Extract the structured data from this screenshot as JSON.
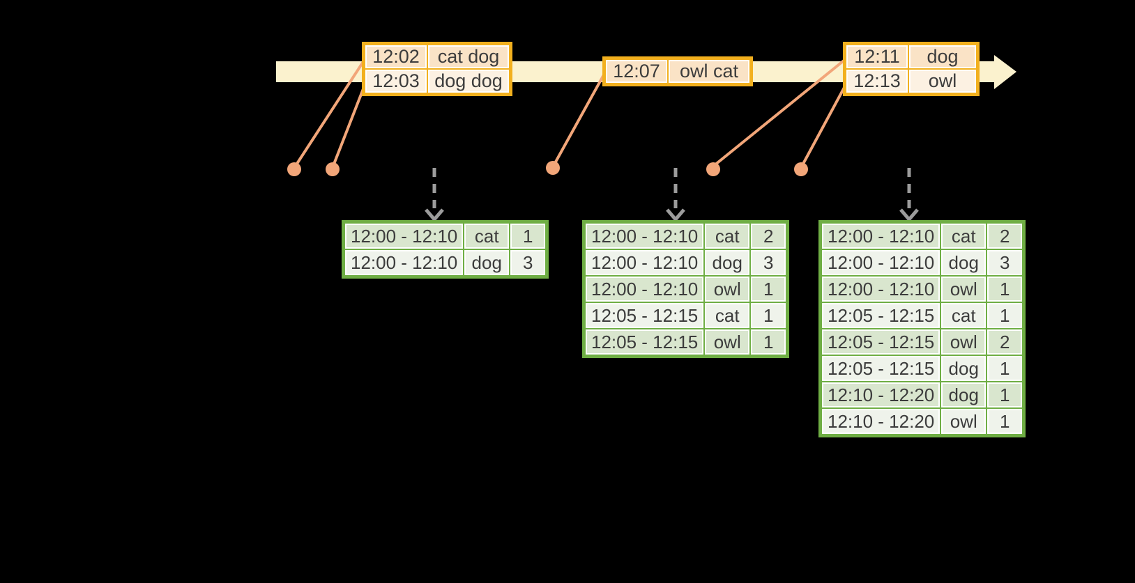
{
  "colors": {
    "background": "#000000",
    "timeline_fill": "#FBF2CE",
    "event_border": "#F2B01E",
    "event_row_dark": "#FAE3C6",
    "event_row_light": "#FCF1E2",
    "marker_salmon": "#F2A679",
    "trigger_gray": "#9C9C9C",
    "result_border": "#6FAE44",
    "result_row_dark": "#D9E6CE",
    "result_row_light": "#EFF3EB",
    "text": "#3C3C3C"
  },
  "icons": {
    "timeline_arrow": "right-arrow",
    "event_marker": "filled-circle",
    "trigger_arrow": "dashed-down-arrow"
  },
  "event_tables": [
    {
      "rows": [
        [
          "12:02",
          "cat dog"
        ],
        [
          "12:03",
          "dog dog"
        ]
      ]
    },
    {
      "rows": [
        [
          "12:07",
          "owl cat"
        ]
      ]
    },
    {
      "rows": [
        [
          "12:11",
          "dog"
        ],
        [
          "12:13",
          "owl"
        ]
      ]
    }
  ],
  "result_tables": [
    {
      "rows": [
        [
          "12:00 - 12:10",
          "cat",
          "1"
        ],
        [
          "12:00 - 12:10",
          "dog",
          "3"
        ]
      ]
    },
    {
      "rows": [
        [
          "12:00 - 12:10",
          "cat",
          "2"
        ],
        [
          "12:00 - 12:10",
          "dog",
          "3"
        ],
        [
          "12:00 - 12:10",
          "owl",
          "1"
        ],
        [
          "12:05 - 12:15",
          "cat",
          "1"
        ],
        [
          "12:05 - 12:15",
          "owl",
          "1"
        ]
      ]
    },
    {
      "rows": [
        [
          "12:00 - 12:10",
          "cat",
          "2"
        ],
        [
          "12:00 - 12:10",
          "dog",
          "3"
        ],
        [
          "12:00 - 12:10",
          "owl",
          "1"
        ],
        [
          "12:05 - 12:15",
          "cat",
          "1"
        ],
        [
          "12:05 - 12:15",
          "owl",
          "2"
        ],
        [
          "12:05 - 12:15",
          "dog",
          "1"
        ],
        [
          "12:10 - 12:20",
          "dog",
          "1"
        ],
        [
          "12:10 - 12:20",
          "owl",
          "1"
        ]
      ]
    }
  ]
}
